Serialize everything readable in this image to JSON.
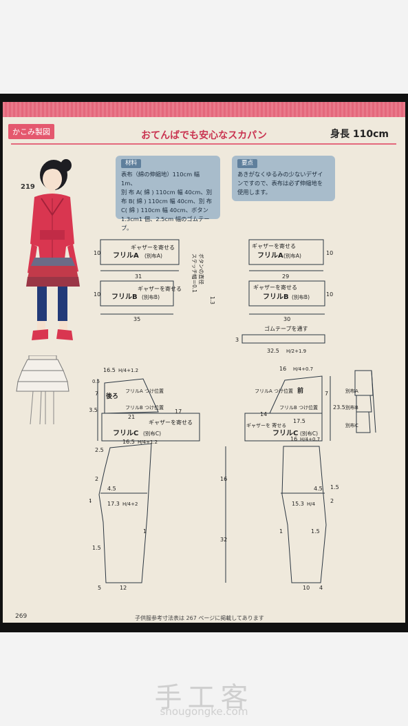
{
  "header": {
    "tag": "かこみ製図",
    "title": "おてんばでも安心なスカパン",
    "height_label": "身長 110cm"
  },
  "item_number": "219",
  "materials": {
    "heading": "材料",
    "lines": [
      "表布（綿の伸縮地）110cm 幅 1m、",
      "別 布 A( 綿 ) 110cm 幅 40cm、別",
      "布 B( 綿 ) 110cm 幅 40cm、別 布",
      "C( 綿 ) 110cm 幅 40cm、ボタン",
      "1.3cm1 個、2.5cm 幅のゴムテープ。"
    ]
  },
  "points": {
    "heading": "要点",
    "lines": [
      "あきがなくゆるみの少ないデザイ",
      "ンですので、表布は必ず伸縮地を",
      "使用します。"
    ]
  },
  "pattern_labels": {
    "gather": "ギャザーを寄せる",
    "frill_a": "フリルA",
    "frill_b": "フリルB",
    "frill_c": "フリルC",
    "fabric_a": "(別布A)",
    "fabric_b": "(別布B)",
    "fabric_c": "(別布C)",
    "button_note_1": "ボタンの直径",
    "button_note_2": "ステッチ幅＝0.1",
    "button_note_3": "1.3",
    "elastic": "ゴムテープを通す",
    "back": "後ろ",
    "front": "前",
    "frill_a_pos": "フリルA つけ位置",
    "frill_b_pos": "フリルB つけ位置",
    "gather_c": "ギャザーを 寄せる",
    "side_a": "別布A",
    "side_b": "別布B",
    "side_c": "別布C"
  },
  "dimensions": {
    "d10": "10",
    "d31": "31",
    "d35": "35",
    "d29": "29",
    "d30": "30",
    "d3": "3",
    "d325": "32.5",
    "h2": "H/2+1.9",
    "back_top": "16.5",
    "back_h4a": "H/4+1.2",
    "front_top": "16",
    "front_h4a": "H/4+0.7",
    "d05": "0.5",
    "d7": "7",
    "d235": "23.5",
    "d21": "21",
    "d17": "17",
    "d14": "14",
    "d175": "17.5",
    "d25": "2.5",
    "d2": "2",
    "d4": "4",
    "d45": "4.5",
    "d173": "17.3",
    "back_h4b": "H/4+2",
    "d153": "15.3",
    "front_h4b": "H/4",
    "d1": "1",
    "d15": "1.5",
    "d5": "5",
    "d12": "12",
    "d16": "16",
    "d32": "32"
  },
  "page_number": "269",
  "footnote": "子供服参考寸法表は 267 ページに掲載してあります",
  "watermark": {
    "cn": "手工客",
    "url": "shougongke.com"
  }
}
